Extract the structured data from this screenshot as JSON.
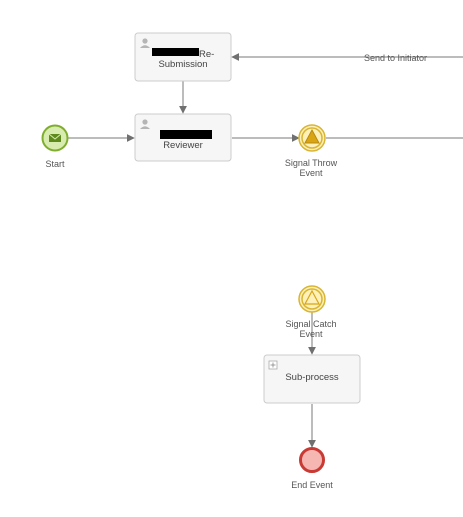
{
  "diagram": {
    "start_event": {
      "label": "Start",
      "icon": "envelope-icon"
    },
    "resubmission_task": {
      "label_line1": "Re-",
      "label_line2": "Submission",
      "icon": "user-icon",
      "redacted": true
    },
    "reviewer_task": {
      "label_line1": "Reviewer",
      "icon": "user-icon",
      "redacted": true
    },
    "signal_throw": {
      "label_line1": "Signal Throw",
      "label_line2": "Event",
      "icon": "filled-triangle-icon"
    },
    "signal_catch": {
      "label_line1": "Signal Catch",
      "label_line2": "Event",
      "icon": "outline-triangle-icon"
    },
    "subprocess": {
      "label": "Sub-process",
      "icon": "expand-plus-icon"
    },
    "end_event": {
      "label": "End Event"
    },
    "flows": {
      "send_to_initiator": "Send to Initiator"
    },
    "colors": {
      "start_fill": "#d8ecb0",
      "start_stroke": "#7fae2e",
      "signal_fill": "#fdf0b8",
      "signal_stroke": "#d9b534",
      "end_fill": "#f6b7b3",
      "end_stroke": "#c83a33",
      "task_fill": "#f6f6f6",
      "task_stroke": "#cccccc",
      "flow": "#7a7a7a"
    }
  }
}
